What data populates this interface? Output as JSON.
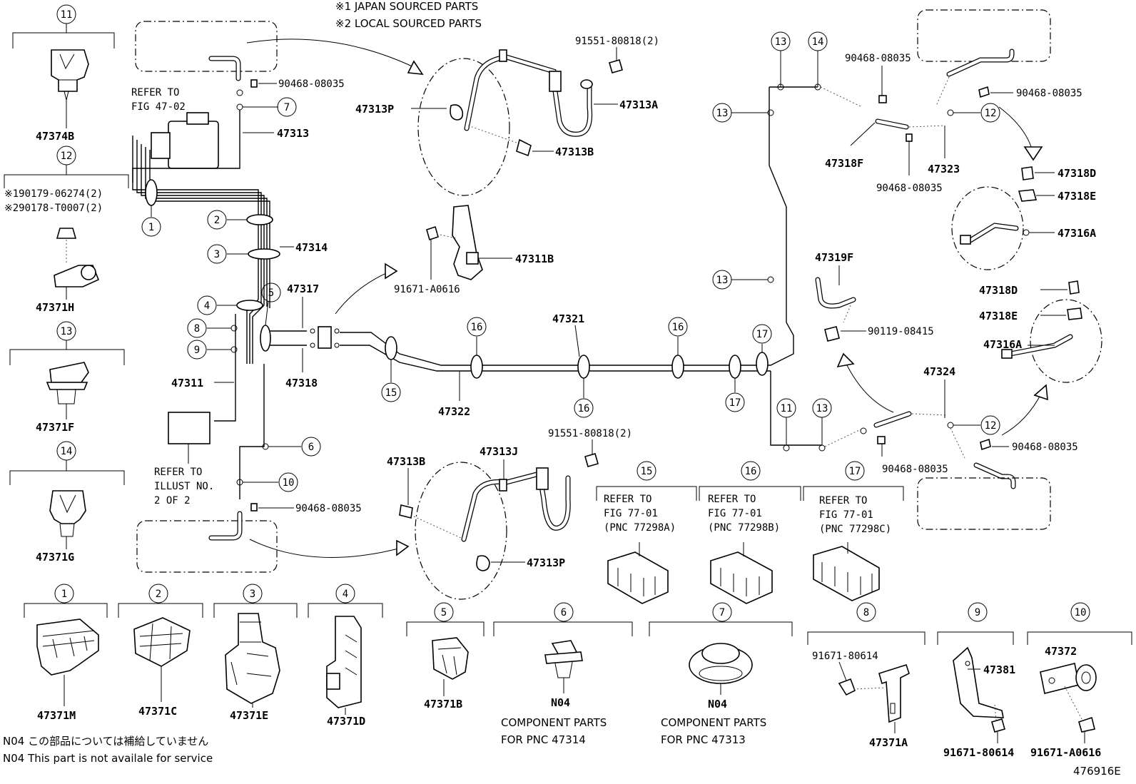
{
  "notes": {
    "japan": "※1 JAPAN SOURCED PARTS",
    "local": "※2 LOCAL SOURCED PARTS",
    "n04_jp": "N04 この部品については補給していません",
    "n04_en": "N04 This part is not availale for service",
    "figure_id": "476916E"
  },
  "refs": {
    "fig4702_1": "REFER TO",
    "fig4702_2": "FIG 47-02",
    "illust_1": "REFER TO",
    "illust_2": "ILLUST NO.",
    "illust_3": "2 OF 2",
    "r15_1": "REFER TO",
    "r15_2": "FIG 77-01",
    "r15_3": "(PNC 77298A)",
    "r16_1": "REFER TO",
    "r16_2": "FIG 77-01",
    "r16_3": "(PNC 77298B)",
    "r17_1": "REFER TO",
    "r17_2": "FIG 77-01",
    "r17_3": "(PNC 77298C)",
    "comp_47314_1": "COMPONENT PARTS",
    "comp_47314_2": "FOR PNC 47314",
    "comp_47313_1": "COMPONENT PARTS",
    "comp_47313_2": "FOR PNC 47313"
  },
  "callouts": {
    "c1": "1",
    "c2": "2",
    "c3": "3",
    "c4": "4",
    "c5": "5",
    "c6": "6",
    "c7": "7",
    "c8": "8",
    "c9": "9",
    "c10": "10",
    "c11": "11",
    "c12": "12",
    "c13": "13",
    "c14": "14",
    "c15": "15",
    "c16": "16",
    "c17": "17"
  },
  "parts": {
    "p47374B": "47374B",
    "p190179": "※190179-06274(2)",
    "p290178": "※290178-T0007(2)",
    "p47371H": "47371H",
    "p47371F": "47371F",
    "p47371G": "47371G",
    "p47371M": "47371M",
    "p47371C": "47371C",
    "p47371E": "47371E",
    "p47371D": "47371D",
    "p47371B": "47371B",
    "pN04a": "N04",
    "pN04b": "N04",
    "p47371A": "47371A",
    "p91671_80614a": "91671-80614",
    "p91671_80614b": "91671-80614",
    "p47381": "47381",
    "p47372": "47372",
    "p91671_A0616b": "91671-A0616",
    "p90468_08035_a": "90468-08035",
    "p47313": "47313",
    "p47314": "47314",
    "p47317": "47317",
    "p47318": "47318",
    "p47311": "47311",
    "p47322": "47322",
    "p47321": "47321",
    "p90468_08035_b": "90468-08035",
    "p91551_a": "91551-80818(2)",
    "p47313P_a": "47313P",
    "p47313A": "47313A",
    "p47313B_a": "47313B",
    "p47311B": "47311B",
    "p91671_A0616a": "91671-A0616",
    "p91551_b": "91551-80818(2)",
    "p47313B_b": "47313B",
    "p47313J": "47313J",
    "p47313P_b": "47313P",
    "p90468_08035_c": "90468-08035",
    "p47318F": "47318F",
    "p90468_08035_d": "90468-08035",
    "p47323": "47323",
    "p90468_08035_e": "90468-08035",
    "p47318D_a": "47318D",
    "p47318E_a": "47318E",
    "p47316A_a": "47316A",
    "p47319F": "47319F",
    "p90119": "90119-08415",
    "p47318D_b": "47318D",
    "p47318E_b": "47318E",
    "p47316A_b": "47316A",
    "p47324": "47324",
    "p90468_08035_f": "90468-08035",
    "p90468_08035_g": "90468-08035"
  }
}
